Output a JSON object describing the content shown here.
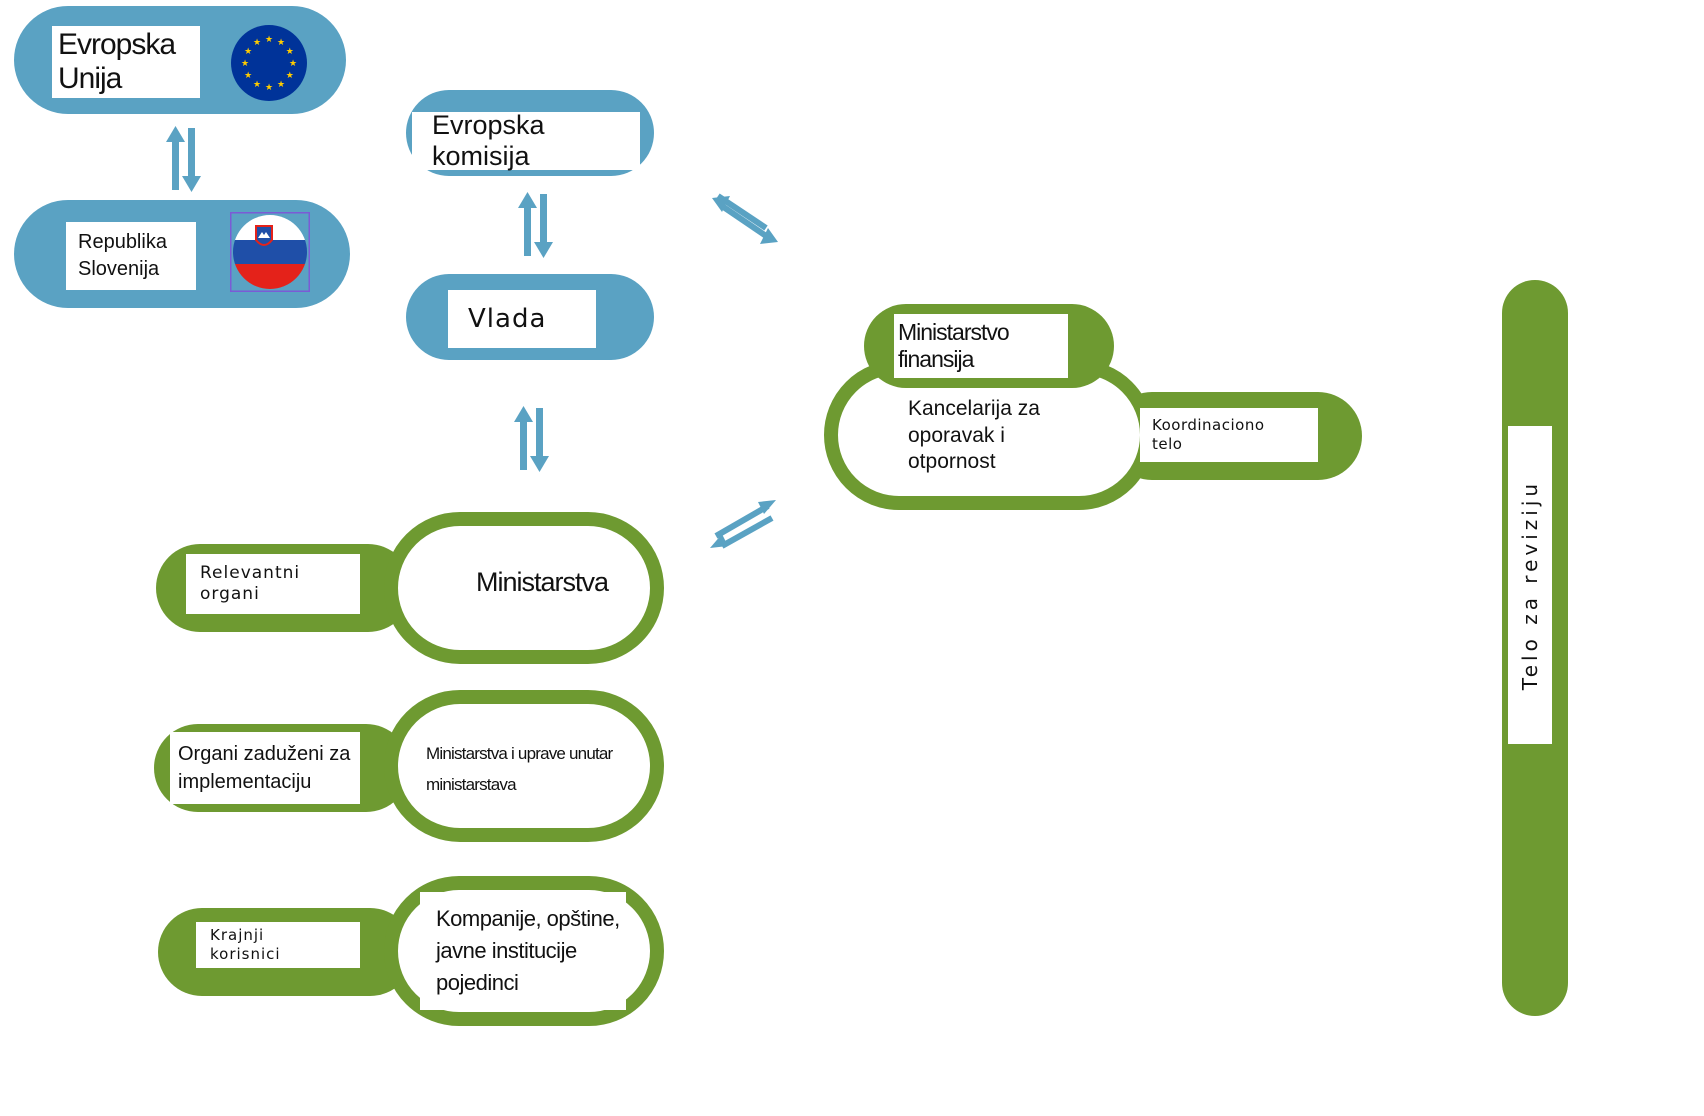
{
  "nodes": {
    "eu": "Evropska Unija",
    "republic": "Republika\nSlovenija",
    "commission": "Evropska komisija",
    "government": "Vlada",
    "ministry_finance": "Ministarstvo finansija",
    "recovery_office": "Kancelarija za\noporavak i\notpornost",
    "coordination_body": "Koordinaciono\ntelo",
    "ministries": "Ministarstva",
    "relevant_bodies": "Relevantni\norgani",
    "implementation_bodies": "Organi zaduženi za\nimplementaciju",
    "ministries_administrations": "Ministarstva i uprave unutar\nministarstava",
    "final_users": "Krajnji\nkorisnici",
    "beneficiaries_list": "Kompanije, opštine,\njavne institucije\npojedinci",
    "audit_body": "Telo za reviziju"
  },
  "colors": {
    "blue": "#5aa2c3",
    "green": "#6e9a31",
    "eu_blue": "#003399",
    "eu_star": "#ffcc00",
    "slo_blue": "#1f4fa8",
    "slo_red": "#e4221a",
    "arrow": "#5aa2c3"
  },
  "icons": {
    "eu_flag": "eu-flag-icon",
    "slovenia_flag": "slovenia-flag-icon"
  }
}
